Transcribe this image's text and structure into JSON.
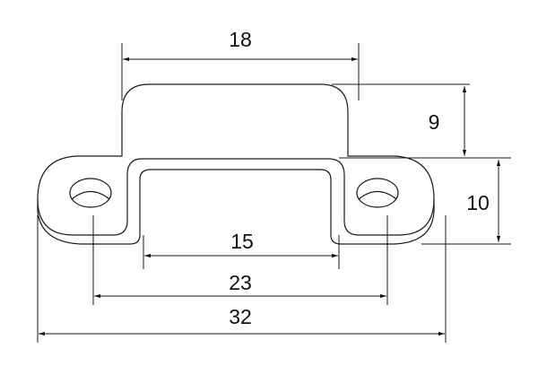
{
  "diagram": {
    "units_note": "",
    "dimensions": {
      "top_width": "18",
      "raised_height": "9",
      "base_height": "10",
      "inner_width": "15",
      "hole_spacing": "23",
      "overall_length": "32"
    }
  }
}
